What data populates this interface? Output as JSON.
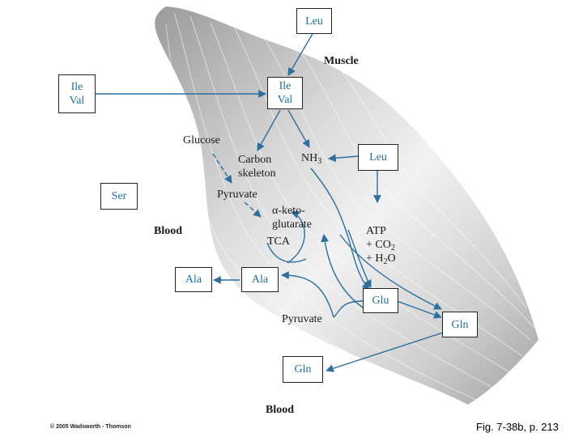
{
  "regions": {
    "muscle": "Muscle",
    "blood_left": "Blood",
    "blood_bottom": "Blood"
  },
  "boxes": {
    "leu_top": "Leu",
    "ile": "Ile",
    "val": "Val",
    "ile_blood": "Ile",
    "val_blood": "Val",
    "leu_right": "Leu",
    "ser": "Ser",
    "ala_muscle": "Ala",
    "ala_blood": "Ala",
    "glu": "Glu",
    "gln_muscle": "Gln",
    "gln_blood": "Gln"
  },
  "labels": {
    "glucose": "Glucose",
    "carbon_1": "Carbon",
    "carbon_2": "skeleton",
    "nh3": "NH",
    "nh3_sub": "3",
    "pyruvate_top": "Pyruvate",
    "keto_1": "α-keto-",
    "keto_2": "glutarate",
    "tca": "TCA",
    "atp": "ATP",
    "co2": "+ CO",
    "co2_sub": "2",
    "h2o_a": "+ H",
    "h2o_sub": "2",
    "h2o_b": "O",
    "pyruvate_bottom": "Pyruvate"
  },
  "footer": {
    "copyright": "© 2005 Wadsworth - Thomson",
    "figure_ref": "Fig. 7-38b, p. 213"
  },
  "colors": {
    "arrow": "#2a6f9e",
    "box_text": "#1f6fa3",
    "muscle_dark": "#a9a9a9",
    "muscle_light": "#ececec"
  }
}
